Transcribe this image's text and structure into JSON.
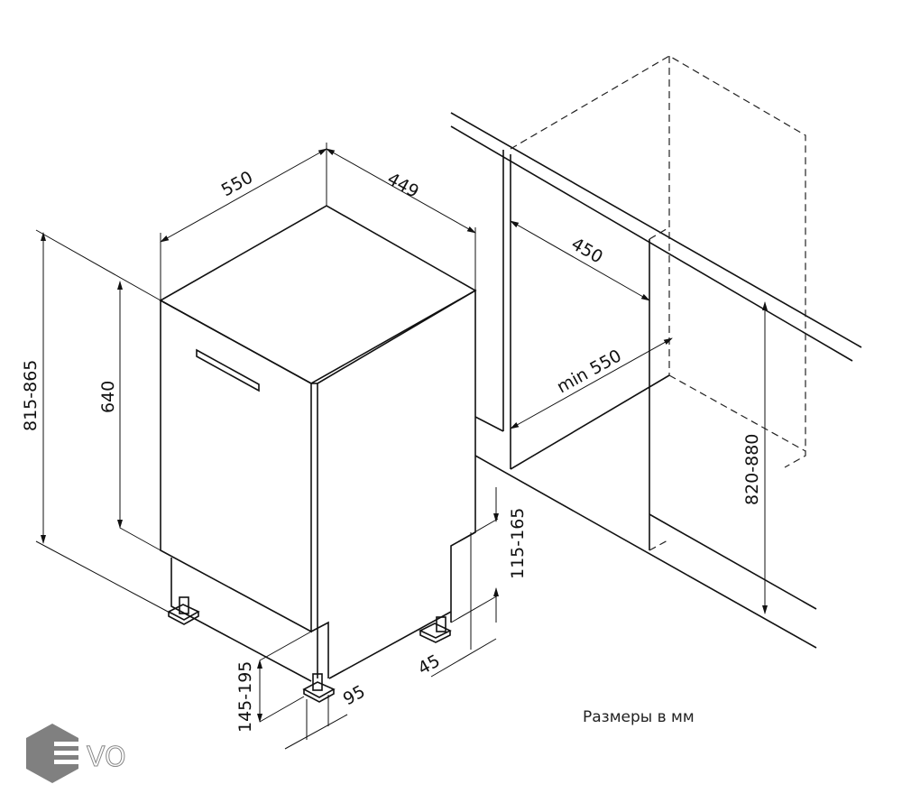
{
  "dimensions": {
    "width": "550",
    "depth": "449",
    "total_height": "815-865",
    "door_height": "640",
    "niche_depth": "450",
    "niche_width": "min 550",
    "niche_height": "820-880",
    "plinth_height": "115-165",
    "plinth_offset": "45",
    "door_bottom": "145-195",
    "leg_offset": "95"
  },
  "caption": "Размеры в мм",
  "logo": {
    "text": "EVO",
    "color": "#808080"
  }
}
